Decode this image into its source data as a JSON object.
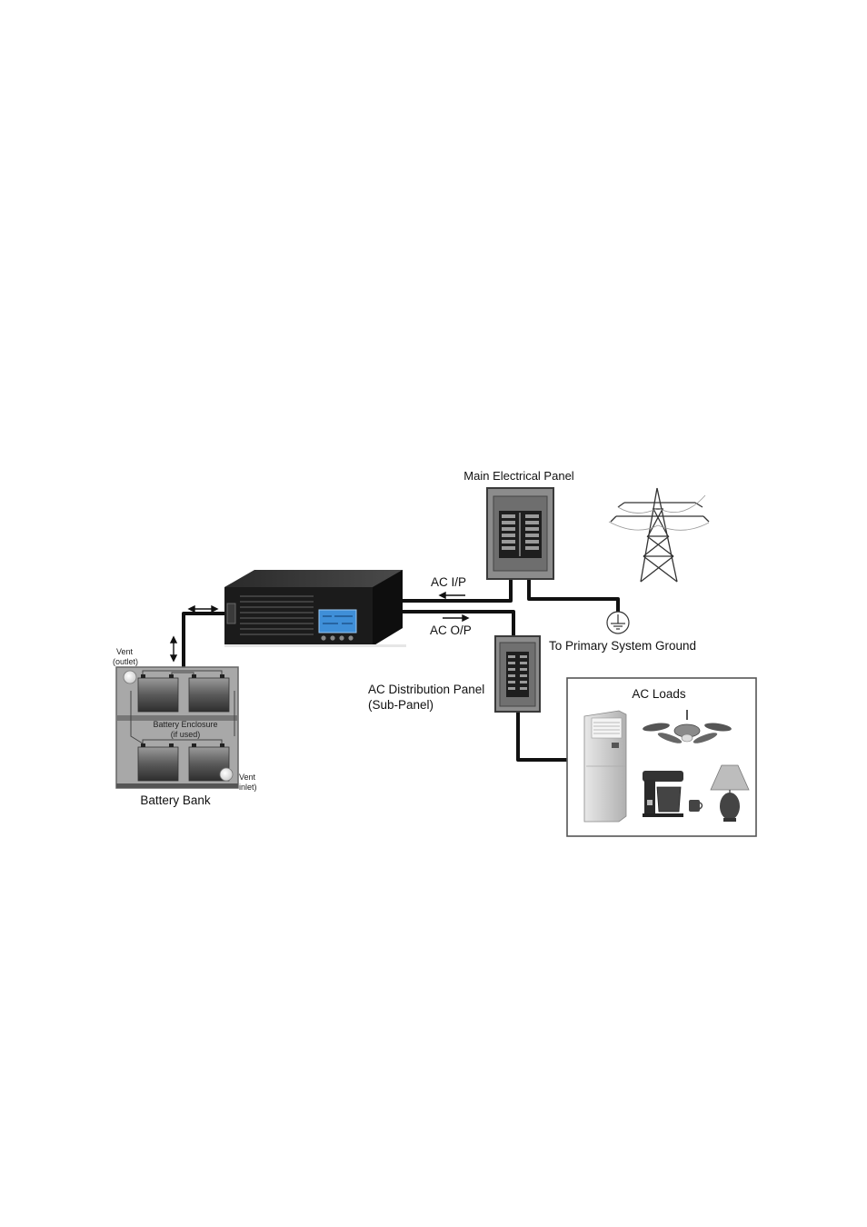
{
  "labels": {
    "main_panel": "Main Electrical Panel",
    "ac_ip": "AC I/P",
    "ac_op": "AC O/P",
    "ground": "To Primary System Ground",
    "sub_panel_line1": "AC Distribution Panel",
    "sub_panel_line2": "(Sub-Panel)",
    "ac_loads": "AC Loads",
    "vent_outlet_line1": "Vent",
    "vent_outlet_line2": "(outlet)",
    "vent_inlet_line1": "Vent",
    "vent_inlet_line2": "inlet)",
    "enclosure_line1": "Battery Enclosure",
    "enclosure_line2": "(if used)",
    "battery_bank": "Battery Bank"
  },
  "colors": {
    "wire": "#111111",
    "panel_fill": "#8c8c8c",
    "panel_dark": "#3a3a3a",
    "inverter_body": "#1b1b1b",
    "lcd": "#3f8fd8",
    "battery_box": "#a8a8a8",
    "battery": "#6a6a6a"
  },
  "icons": [
    "inverter-icon",
    "main-panel-icon",
    "transmission-tower-icon",
    "ground-icon",
    "sub-panel-icon",
    "battery-bank-icon",
    "air-conditioner-icon",
    "ceiling-fan-icon",
    "coffee-maker-icon",
    "lamp-icon"
  ]
}
